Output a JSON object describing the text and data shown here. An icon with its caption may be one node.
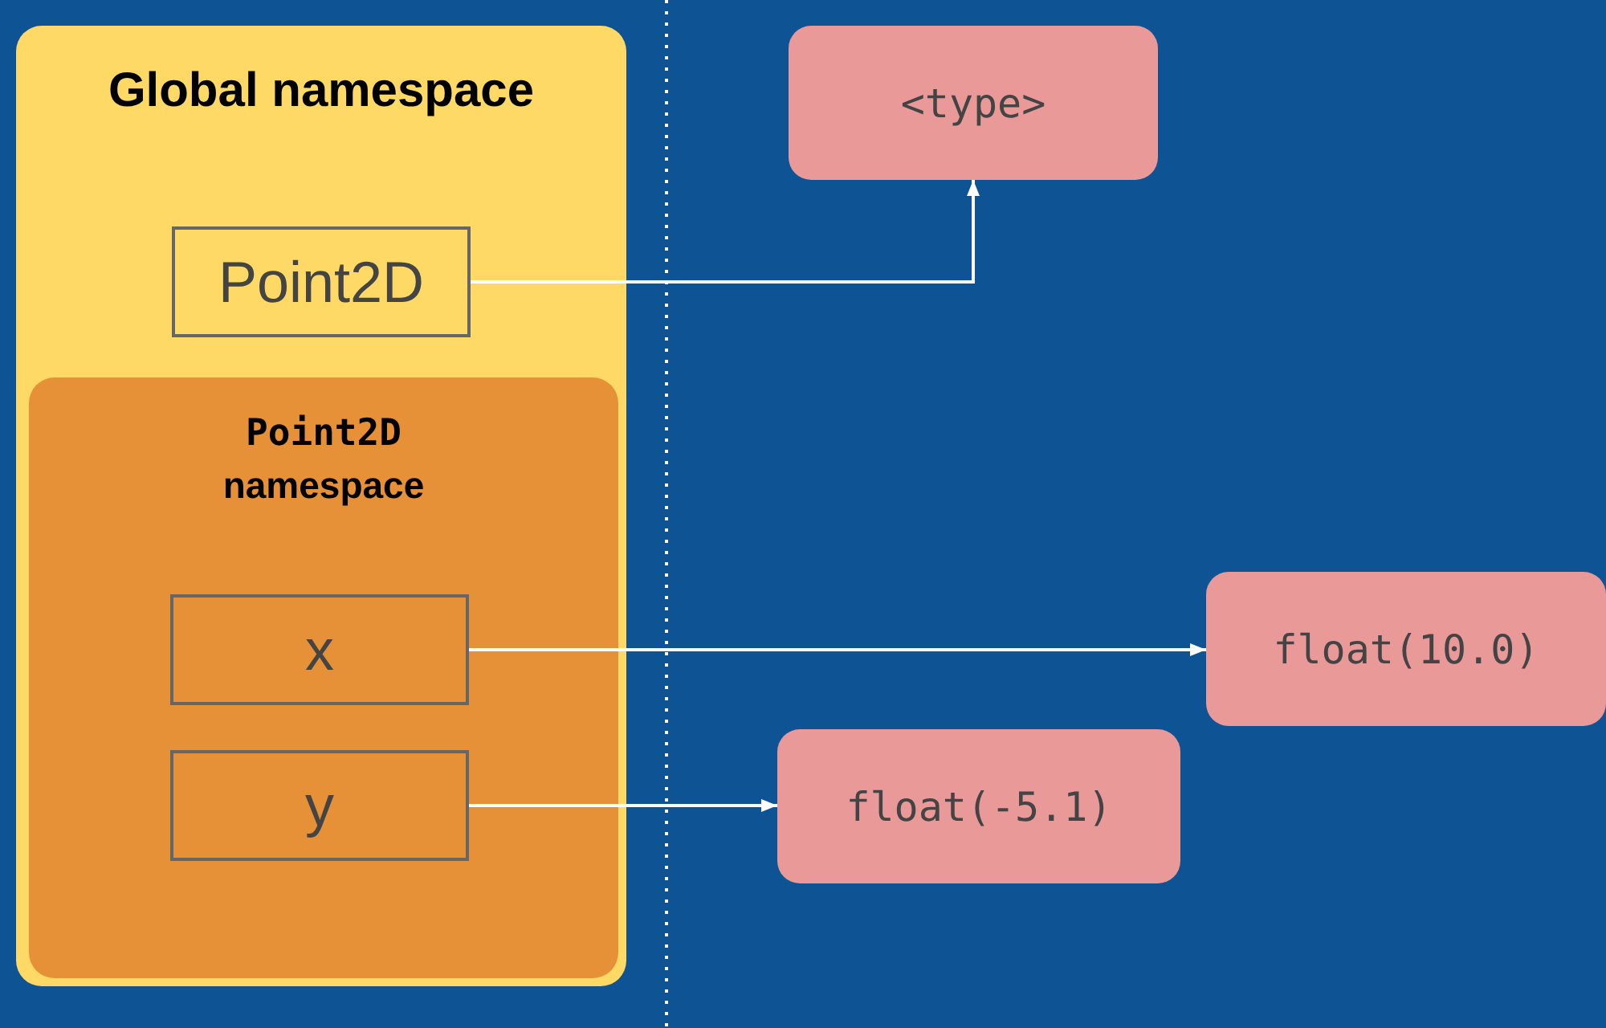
{
  "diagram": {
    "nodes": [
      {
        "text": [
          "Global namespace"
        ]
      },
      {
        "text": [
          "Point2D"
        ],
        "in": 0
      },
      {
        "text": [
          "Point2D",
          "namespace"
        ],
        "in": 0
      },
      {
        "text": [
          "x"
        ],
        "in": 2
      },
      {
        "text": [
          "y"
        ],
        "in": 2
      },
      {
        "text": [
          "<type>"
        ]
      },
      {
        "text": [
          "float(10.0)"
        ]
      },
      {
        "text": [
          "float(-5.1)"
        ]
      }
    ],
    "edges": [
      {
        "from": 1,
        "to": 5,
        "arrow": "to"
      },
      {
        "from": 3,
        "to": 6,
        "arrow": "to"
      },
      {
        "from": 4,
        "to": 7,
        "arrow": "to"
      }
    ]
  }
}
